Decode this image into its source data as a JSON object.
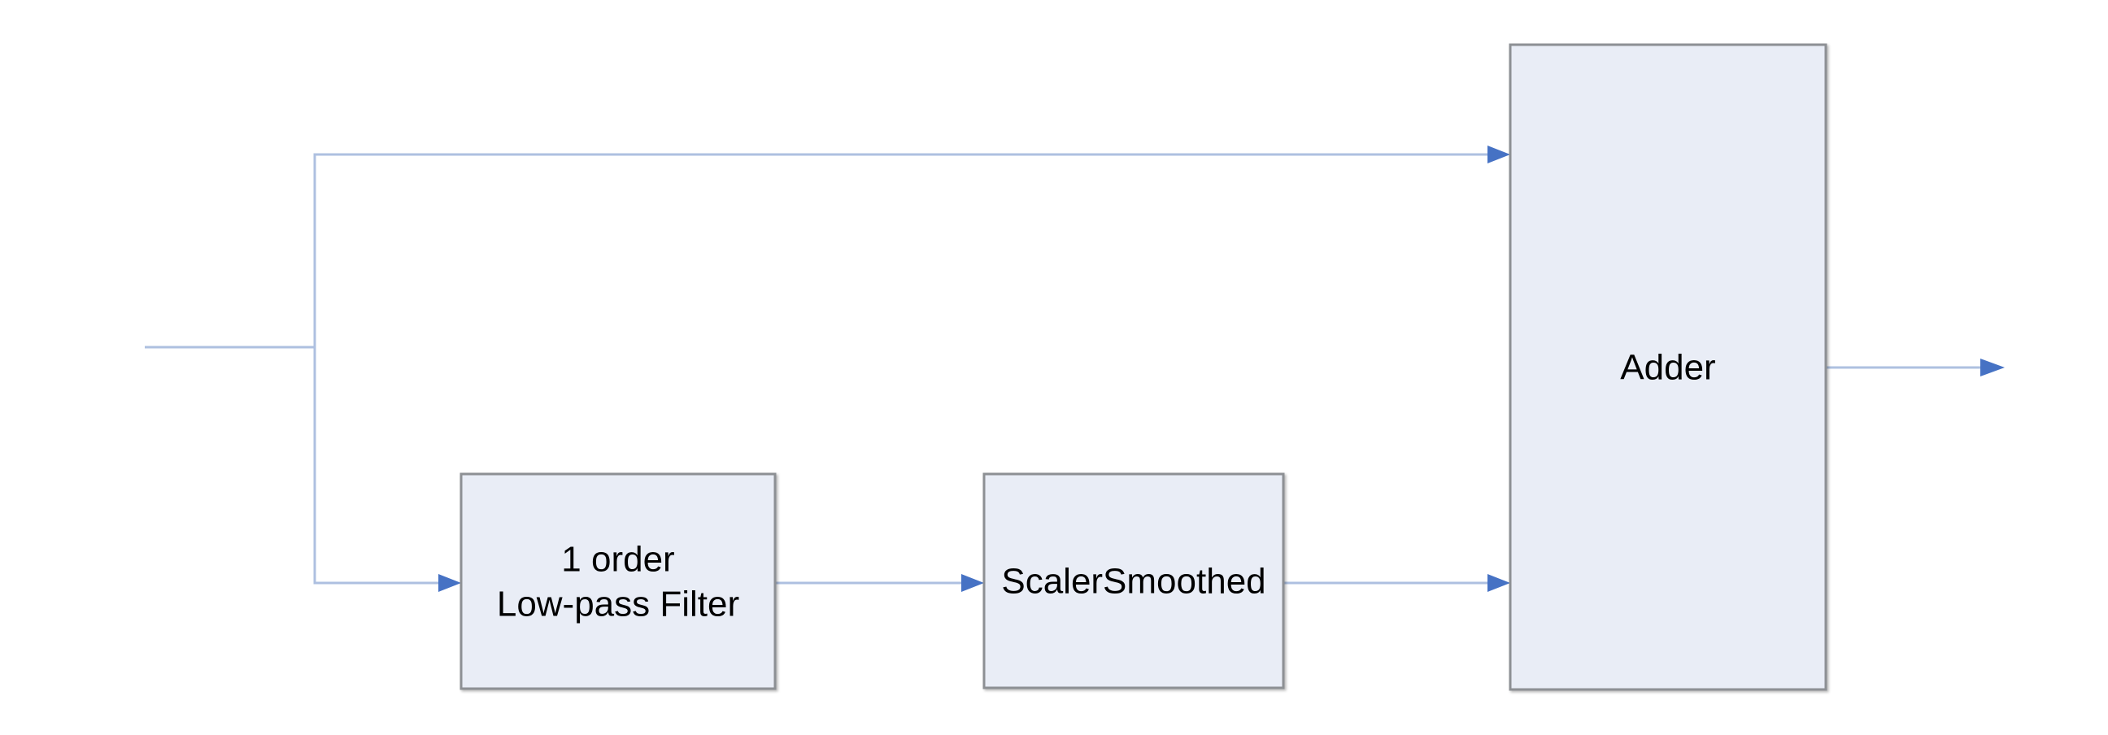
{
  "canvas": {
    "background": "#ffffff"
  },
  "colors": {
    "wire": "#aec0e0",
    "arrowhead": "#4672c4",
    "node_fill": "#e9edf6",
    "node_border": "#8d9094",
    "label_text": "#000000"
  },
  "nodes": {
    "lowpass_filter": {
      "label_line1": "1 order",
      "label_line2": "Low-pass Filter"
    },
    "scaler_smoothed": {
      "label": "ScalerSmoothed"
    },
    "adder": {
      "label": "Adder"
    }
  }
}
